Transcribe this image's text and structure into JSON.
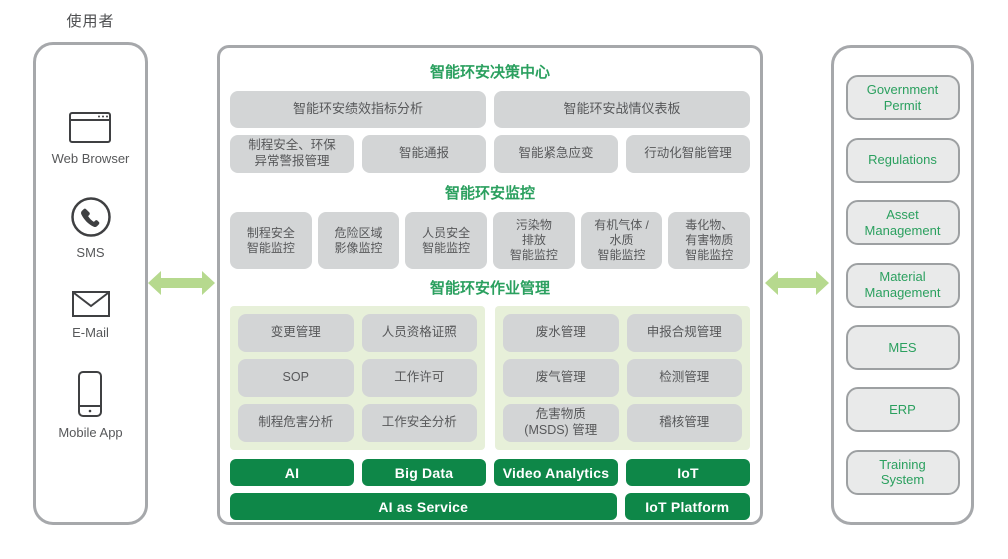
{
  "colors": {
    "green-dark": "#0e8748",
    "green-title": "#2ba05f",
    "green-arrow": "#b6d98e",
    "green-panel": "#e7f0d9",
    "gray-box": "#d3d5d6",
    "gray-border": "#a6a8ab",
    "text-dark": "#57585a"
  },
  "left_panel": {
    "title": "使用者",
    "items": [
      {
        "icon": "browser-icon",
        "label": "Web Browser"
      },
      {
        "icon": "phone-icon",
        "label": "SMS"
      },
      {
        "icon": "email-icon",
        "label": "E-Mail"
      },
      {
        "icon": "mobile-icon",
        "label": "Mobile App"
      }
    ]
  },
  "center": {
    "decision": {
      "title": "智能环安决策中心",
      "row1": [
        "智能环安绩效指标分析",
        "智能环安战情仪表板"
      ],
      "row2": [
        "制程安全、环保\n异常警报管理",
        "智能通报",
        "智能紧急应变",
        "行动化智能管理"
      ]
    },
    "monitoring": {
      "title": "智能环安监控",
      "boxes": [
        "制程安全\n智能监控",
        "危险区域\n影像监控",
        "人员安全\n智能监控",
        "污染物\n排放\n智能监控",
        "有机气体 /\n水质\n智能监控",
        "毒化物、\n有害物质\n智能监控"
      ]
    },
    "operations": {
      "title": "智能环安作业管理",
      "group_left": [
        "变更管理",
        "人员资格证照",
        "SOP",
        "工作许可",
        "制程危害分析",
        "工作安全分析"
      ],
      "group_right": [
        "废水管理",
        "申报合规管理",
        "废气管理",
        "检测管理",
        "危害物质\n(MSDS) 管理",
        "稽核管理"
      ]
    },
    "tech": {
      "row1": [
        "AI",
        "Big Data",
        "Video Analytics",
        "IoT"
      ],
      "row2": [
        "AI as Service",
        "IoT Platform"
      ]
    }
  },
  "right_panel": {
    "items": [
      "Government\nPermit",
      "Regulations",
      "Asset\nManagement",
      "Material\nManagement",
      "MES",
      "ERP",
      "Training\nSystem"
    ]
  }
}
